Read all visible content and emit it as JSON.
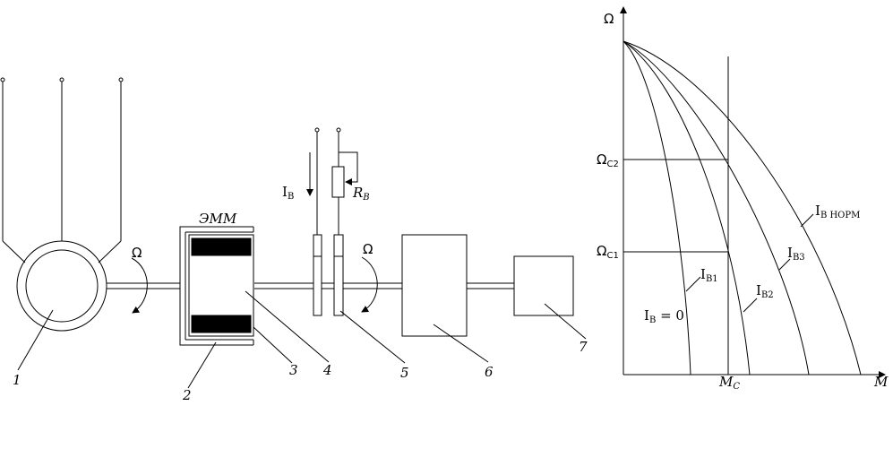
{
  "schematic": {
    "omega_left": "Ω",
    "omega_right": "Ω",
    "emm_label": "ЭММ",
    "iv_main": "I",
    "iv_sub": "В",
    "rv_main": "R",
    "rv_sub": "B",
    "callouts": [
      "1",
      "2",
      "3",
      "4",
      "5",
      "6",
      "7"
    ]
  },
  "graph": {
    "y_axis_label": "Ω",
    "x_axis_label": "M",
    "omega_c2_main": "Ω",
    "omega_c2_sub": "C2",
    "omega_c1_main": "Ω",
    "omega_c1_sub": "C1",
    "mc_main": "M",
    "mc_sub": "C",
    "curve_labels": {
      "ib0": "I",
      "ib0_sub": "B",
      "ib0_tail": " = 0",
      "ib1": "I",
      "ib1_sub": "B1",
      "ib2": "I",
      "ib2_sub": "B2",
      "ib3": "I",
      "ib3_sub": "B3",
      "inorm": "I",
      "inorm_sub": "B НОРМ"
    }
  }
}
